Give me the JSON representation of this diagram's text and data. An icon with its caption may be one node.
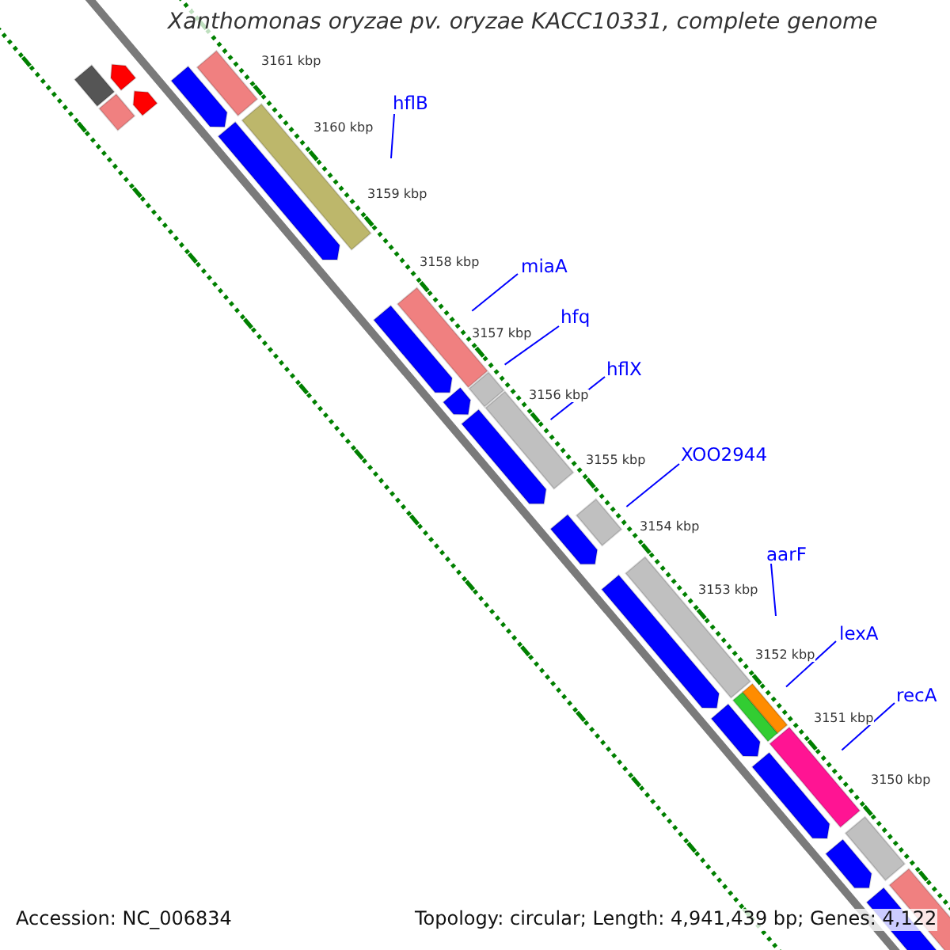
{
  "diagram": {
    "title": "Xanthomonas oryzae pv. oryzae KACC10331, complete genome",
    "nodes": [
      {
        "text": [
          "hflB"
        ]
      },
      {
        "text": [
          "miaA"
        ]
      },
      {
        "text": [
          "hfq"
        ]
      },
      {
        "text": [
          "hflX"
        ]
      },
      {
        "text": [
          "XOO2944"
        ]
      },
      {
        "text": [
          "aarF"
        ]
      },
      {
        "text": [
          "lexA"
        ]
      },
      {
        "text": [
          "recA"
        ]
      }
    ],
    "edges": [
      {
        "from": 0,
        "to": null,
        "arrow": "none"
      },
      {
        "from": 1,
        "to": null,
        "arrow": "none"
      },
      {
        "from": 2,
        "to": null,
        "arrow": "none"
      },
      {
        "from": 3,
        "to": null,
        "arrow": "none"
      },
      {
        "from": 4,
        "to": null,
        "arrow": "none"
      },
      {
        "from": 5,
        "to": null,
        "arrow": "none"
      },
      {
        "from": 6,
        "to": null,
        "arrow": "none"
      },
      {
        "from": 7,
        "to": null,
        "arrow": "none"
      }
    ],
    "labels": [
      "3161 kbp",
      "3160 kbp",
      "3159 kbp",
      "3158 kbp",
      "3157 kbp",
      "3156 kbp",
      "3155 kbp",
      "3154 kbp",
      "3153 kbp",
      "3152 kbp",
      "3151 kbp",
      "3150 kbp",
      "Accession: NC_006834",
      "Topology: circular; Length: 4,941,439 bp; Genes: 4,122"
    ]
  }
}
